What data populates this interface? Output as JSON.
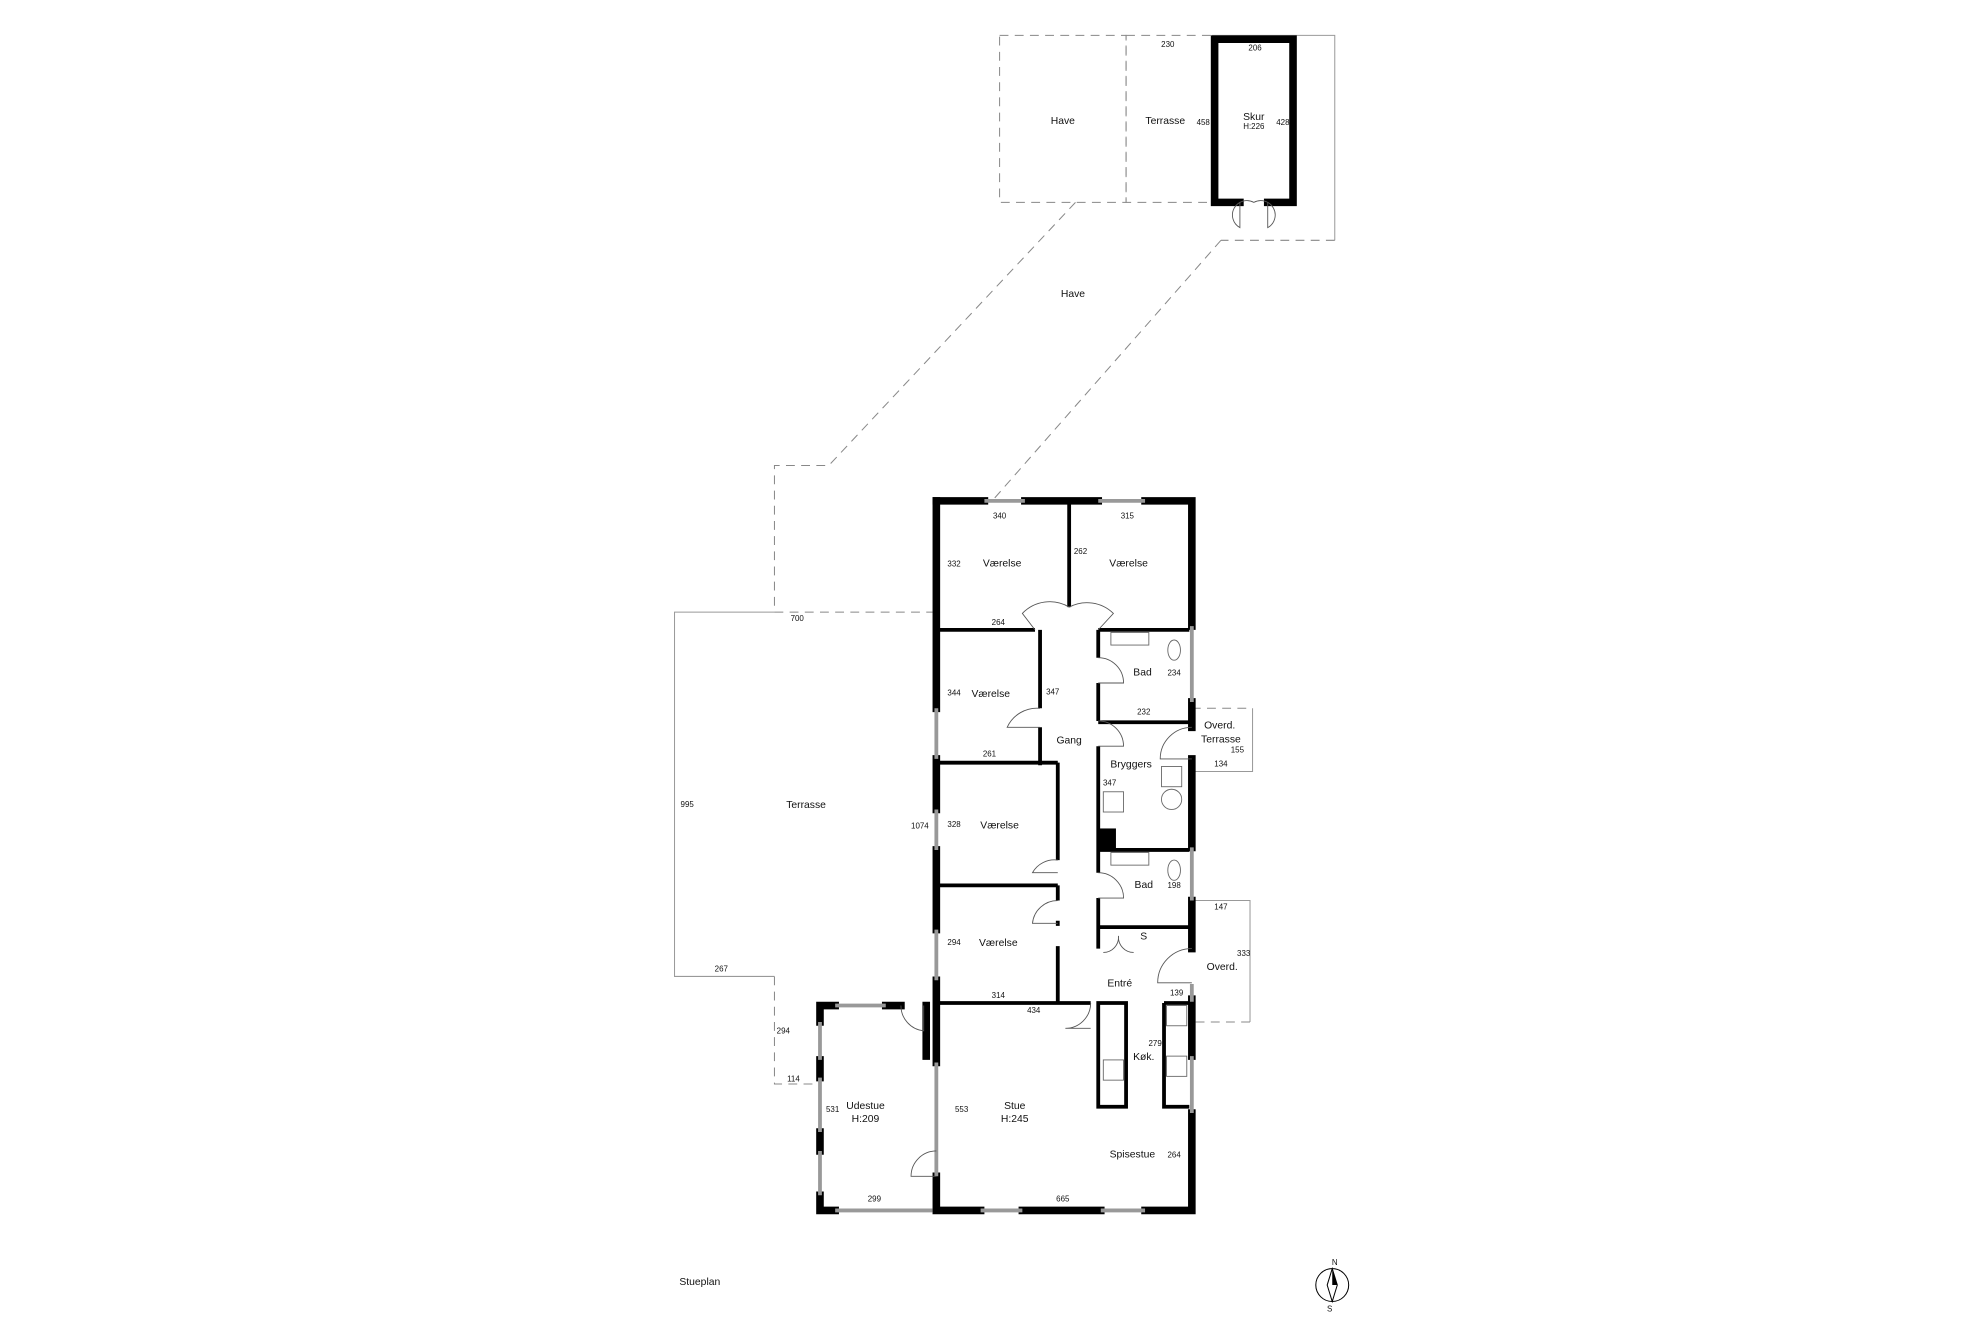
{
  "plan_title": "Stueplan",
  "compass": {
    "north": "N",
    "south": "S"
  },
  "outdoor": {
    "have_top": "Have",
    "terrasse_top": "Terrasse",
    "have_mid": "Have",
    "terrasse_big": "Terrasse",
    "dims": {
      "t230": "230",
      "t458": "458",
      "t700": "700",
      "t995": "995",
      "t267": "267",
      "t294": "294",
      "t114": "114",
      "t1074": "1074"
    }
  },
  "skur": {
    "name": "Skur",
    "height": "H:226",
    "dims": {
      "w": "206",
      "h": "428"
    }
  },
  "rooms": {
    "vaerelse1": {
      "name": "Værelse",
      "d1": "340",
      "d2": "332",
      "d3": "264"
    },
    "vaerelse2": {
      "name": "Værelse",
      "d1": "315",
      "d2": "262"
    },
    "vaerelse3": {
      "name": "Værelse",
      "d1": "344",
      "d2": "261"
    },
    "gang": {
      "name": "Gang",
      "d1": "347"
    },
    "bad1": {
      "name": "Bad",
      "d1": "234",
      "d2": "232"
    },
    "overd_terrasse": {
      "name1": "Overd.",
      "name2": "Terrasse",
      "d1": "155",
      "d2": "134"
    },
    "bryggers": {
      "name": "Bryggers",
      "d1": "347"
    },
    "vaerelse4": {
      "name": "Værelse",
      "d1": "328"
    },
    "bad2": {
      "name": "Bad",
      "d1": "198"
    },
    "overd": {
      "name": "Overd.",
      "d1": "147",
      "d2": "333"
    },
    "vaerelse5": {
      "name": "Værelse",
      "d1": "294",
      "d2": "314"
    },
    "s": {
      "name": "S"
    },
    "entre": {
      "name": "Entré",
      "d1": "139"
    },
    "koekken": {
      "name": "Køk.",
      "d1": "279"
    },
    "udestue": {
      "name": "Udestue",
      "height": "H:209",
      "d1": "531",
      "d2": "299"
    },
    "stue": {
      "name": "Stue",
      "height": "H:245",
      "d1": "553",
      "d2": "434",
      "d3": "665"
    },
    "spisestue": {
      "name": "Spisestue",
      "d1": "264"
    }
  }
}
